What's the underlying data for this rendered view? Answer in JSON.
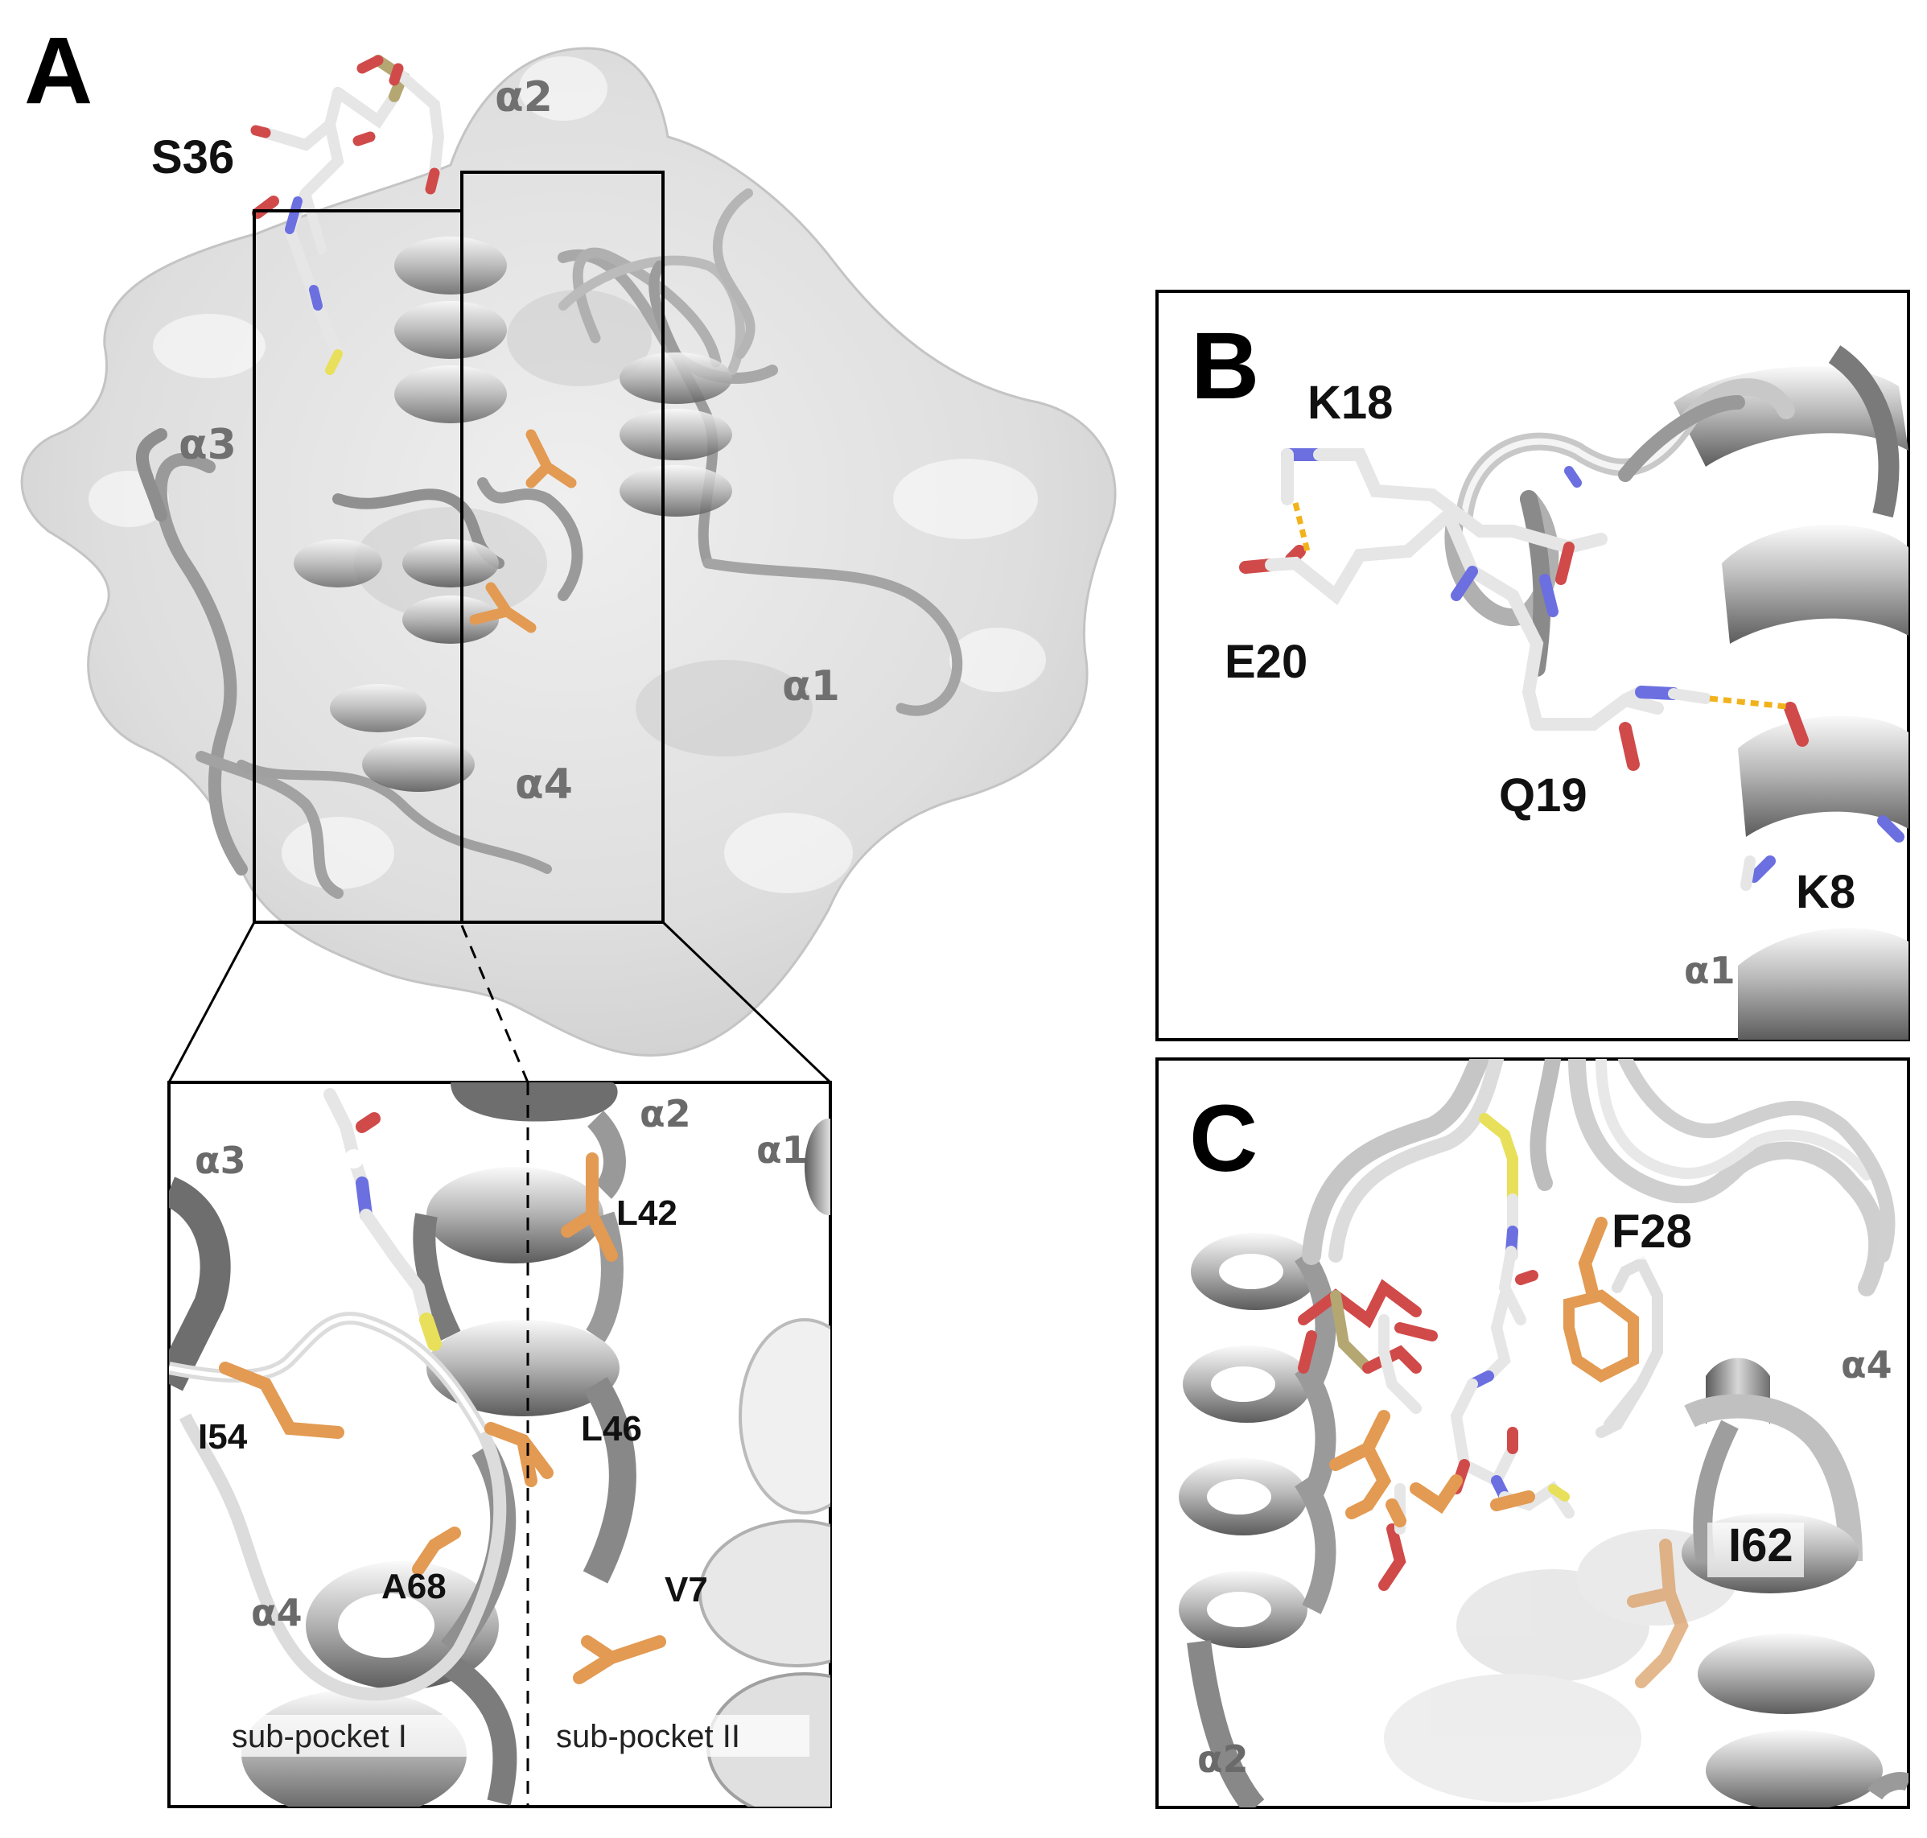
{
  "panels": {
    "A": {
      "letter": "A",
      "residue_labels": {
        "s36": "S36"
      },
      "helix_labels": {
        "a1": "α1",
        "a2": "α2",
        "a3": "α3",
        "a4": "α4"
      },
      "inset": {
        "helix_labels": {
          "a1": "α1",
          "a2": "α2",
          "a3": "α3",
          "a4": "α4"
        },
        "residue_labels": {
          "l42": "L42",
          "l46": "L46",
          "i54": "I54",
          "a68": "A68",
          "v7": "V7"
        },
        "pocket_labels": {
          "p1": "sub-pocket I",
          "p2": "sub-pocket II"
        }
      }
    },
    "B": {
      "letter": "B",
      "residue_labels": {
        "k18": "K18",
        "e20": "E20",
        "q19": "Q19",
        "k8": "K8"
      },
      "helix_labels": {
        "a1": "α1"
      }
    },
    "C": {
      "letter": "C",
      "residue_labels": {
        "f28": "F28",
        "i62": "I62"
      },
      "helix_labels": {
        "a4": "α4",
        "a2": "α2"
      }
    }
  },
  "colors": {
    "hydrophobic_residue": "#e39a52",
    "carbon": "#e6e6e6",
    "oxygen": "#d04a4a",
    "nitrogen": "#6b6fe0",
    "sulfur": "#e8e05a",
    "phosphorus": "#b4a772",
    "hbond": "#f2b21c",
    "ribbon": "#8e8e8e",
    "surface": "#dcdcdc"
  }
}
